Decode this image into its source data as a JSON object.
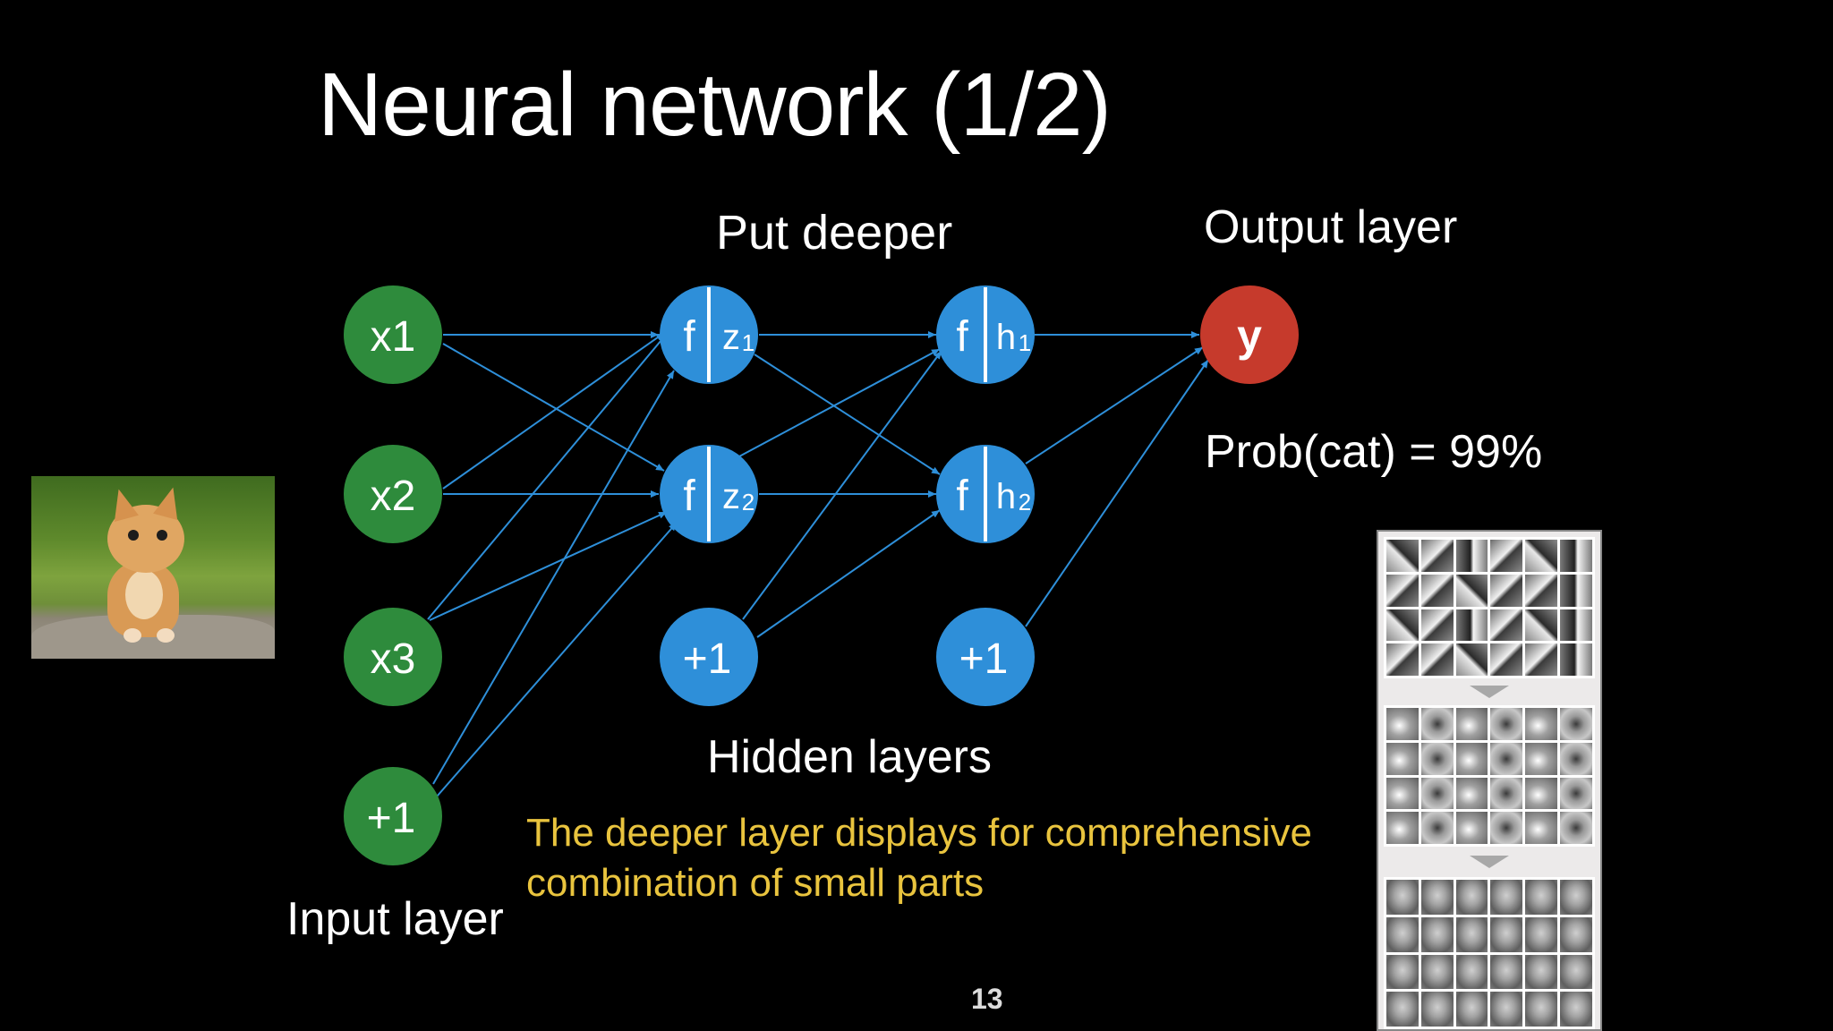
{
  "slide": {
    "title": "Neural network (1/2)",
    "page_number": "13"
  },
  "labels": {
    "put_deeper": "Put deeper",
    "output_layer": "Output layer",
    "hidden_layers": "Hidden layers",
    "input_layer": "Input layer",
    "probability": "Prob(cat) = 99%"
  },
  "note": {
    "line1": "The deeper layer displays for comprehensive",
    "line2": "combination of small parts"
  },
  "nodes": {
    "input": [
      "x1",
      "x2",
      "x3",
      "+1"
    ],
    "hidden1": [
      {
        "f": "f",
        "var": "z",
        "sub": "1"
      },
      {
        "f": "f",
        "var": "z",
        "sub": "2"
      },
      {
        "bias": "+1"
      }
    ],
    "hidden2": [
      {
        "f": "f",
        "var": "h",
        "sub": "1"
      },
      {
        "f": "f",
        "var": "h",
        "sub": "2"
      },
      {
        "bias": "+1"
      }
    ],
    "output": "y"
  },
  "colors": {
    "input_node": "#2e8b3c",
    "hidden_node": "#2e8fd9",
    "output_node": "#c63a2c",
    "edge": "#2e8fd9",
    "note_text": "#e9c43e"
  }
}
